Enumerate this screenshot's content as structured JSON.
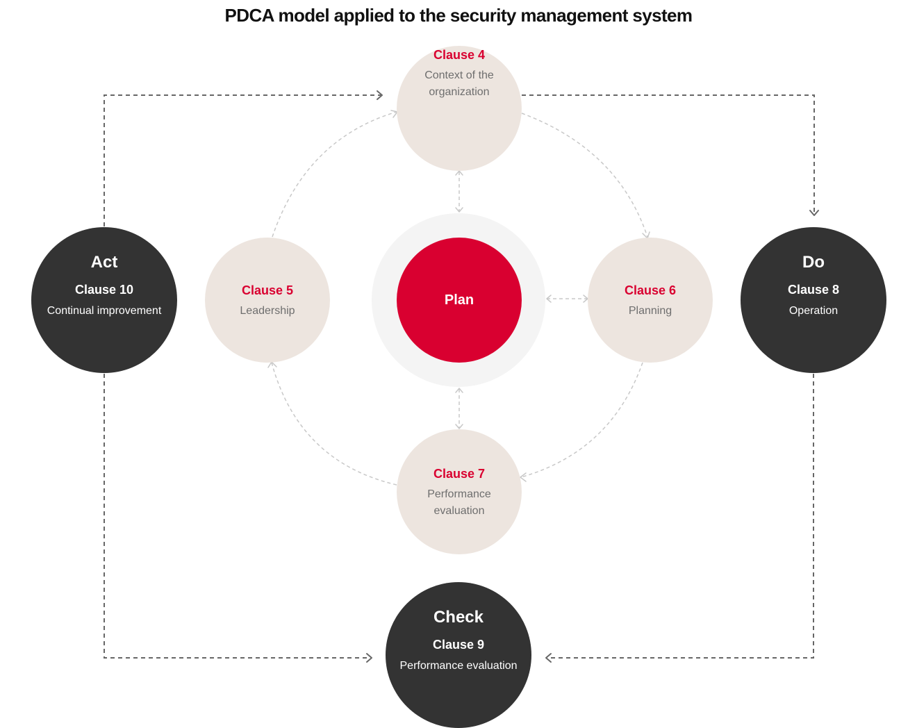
{
  "title": "PDCA model applied to the security management system",
  "colors": {
    "accent": "#d90030",
    "dark_node": "#333333",
    "clause_node": "#ede5df",
    "ring": "#f4f4f4",
    "outer_connector": "#666666",
    "inner_connector": "#c8c8c8"
  },
  "center": {
    "label": "Plan"
  },
  "clauses": {
    "clause4": {
      "title": "Clause 4",
      "desc": "Context of the organization"
    },
    "clause5": {
      "title": "Clause 5",
      "desc": "Leadership"
    },
    "clause6": {
      "title": "Clause 6",
      "desc": "Planning"
    },
    "clause7": {
      "title": "Clause 7",
      "desc": "Performance evaluation"
    }
  },
  "phases": {
    "act": {
      "phase": "Act",
      "clause": "Clause 10",
      "desc": "Continual improvement"
    },
    "do": {
      "phase": "Do",
      "clause": "Clause 8",
      "desc": "Operation"
    },
    "check": {
      "phase": "Check",
      "clause": "Clause 9",
      "desc": "Performance evaluation"
    }
  }
}
